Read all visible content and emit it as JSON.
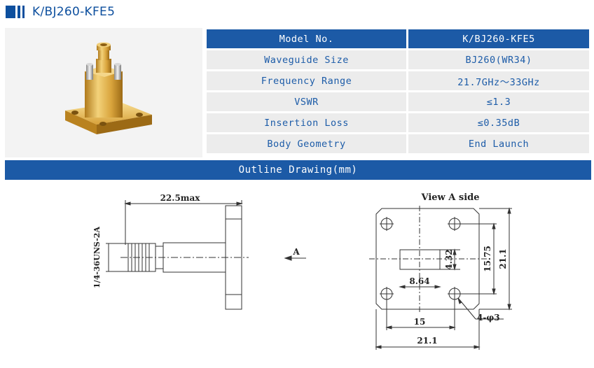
{
  "header": {
    "title": "K/BJ260-KFE5"
  },
  "spec": {
    "head": {
      "label": "Model No.",
      "value": "K/BJ260-KFE5"
    },
    "rows": [
      {
        "label": "Waveguide Size",
        "value": "BJ260(WR34)"
      },
      {
        "label": "Frequency Range",
        "value": "21.7GHz～33GHz"
      },
      {
        "label": "VSWR",
        "value": "≤1.3"
      },
      {
        "label": "Insertion Loss",
        "value": "≤0.35dB"
      },
      {
        "label": "Body Geometry",
        "value": "End Launch"
      }
    ]
  },
  "outline": {
    "title": "Outline Drawing(mm)"
  },
  "side_view": {
    "length": "22.5max",
    "thread": "1/4-36UNS-2A",
    "arrow": "A"
  },
  "end_view": {
    "title": "View A side",
    "dim_a": "4.32",
    "dim_b": "8.64",
    "dim_c": "15.75",
    "dim_d": "21.1",
    "dim_e": "15",
    "dim_f": "21.1",
    "holes": "4-φ3"
  },
  "colors": {
    "brand": "#1c5aa6",
    "row_bg": "#ececec",
    "text": "#1d5ca8"
  }
}
